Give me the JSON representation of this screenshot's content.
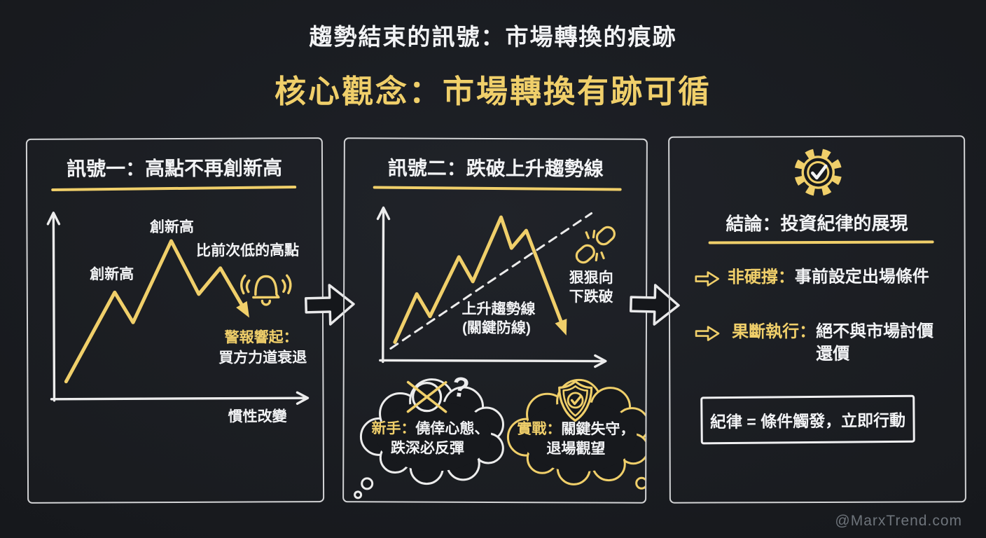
{
  "header": {
    "title": "趨勢結束的訊號：市場轉換的痕跡",
    "subtitle": "核心觀念：市場轉換有跡可循"
  },
  "signal1": {
    "title": "訊號一：高點不再創新高",
    "peak1_label": "創新高",
    "peak2_label": "創新高",
    "peak3_label": "比前次低的高點",
    "alert_title": "警報響起：",
    "alert_text": "買方力道衰退",
    "x_axis_label": "慣性改變"
  },
  "signal2": {
    "title": "訊號二：跌破上升趨勢線",
    "trendline_label_line1": "上升趨勢線",
    "trendline_label_line2": "(關鍵防線)",
    "breakdown_label_line1": "狠狠向",
    "breakdown_label_line2": "下跌破",
    "novice_bubble": {
      "label": "新手：",
      "line1": "僥倖心態、",
      "line2": "跌深必反彈"
    },
    "veteran_bubble": {
      "label": "實戰：",
      "line1": "關鍵失守，",
      "line2": "退場觀望"
    }
  },
  "conclusion": {
    "title": "結論：投資紀律的展現",
    "point1_label": "非硬撐：",
    "point1_text": "事前設定出場條件",
    "point2_label": "果斷執行：",
    "point2_text": "絕不與市場討價還價",
    "summary": "紀律 = 條件觸發，立即行動"
  },
  "footer": {
    "watermark": "@MarxTrend.com"
  },
  "icons": {
    "question_mark": "?"
  },
  "colors": {
    "accent_yellow": "#f0cf6a",
    "text_white": "#f2f3f5",
    "background": "#17191d",
    "watermark_gray": "#6e747b"
  }
}
